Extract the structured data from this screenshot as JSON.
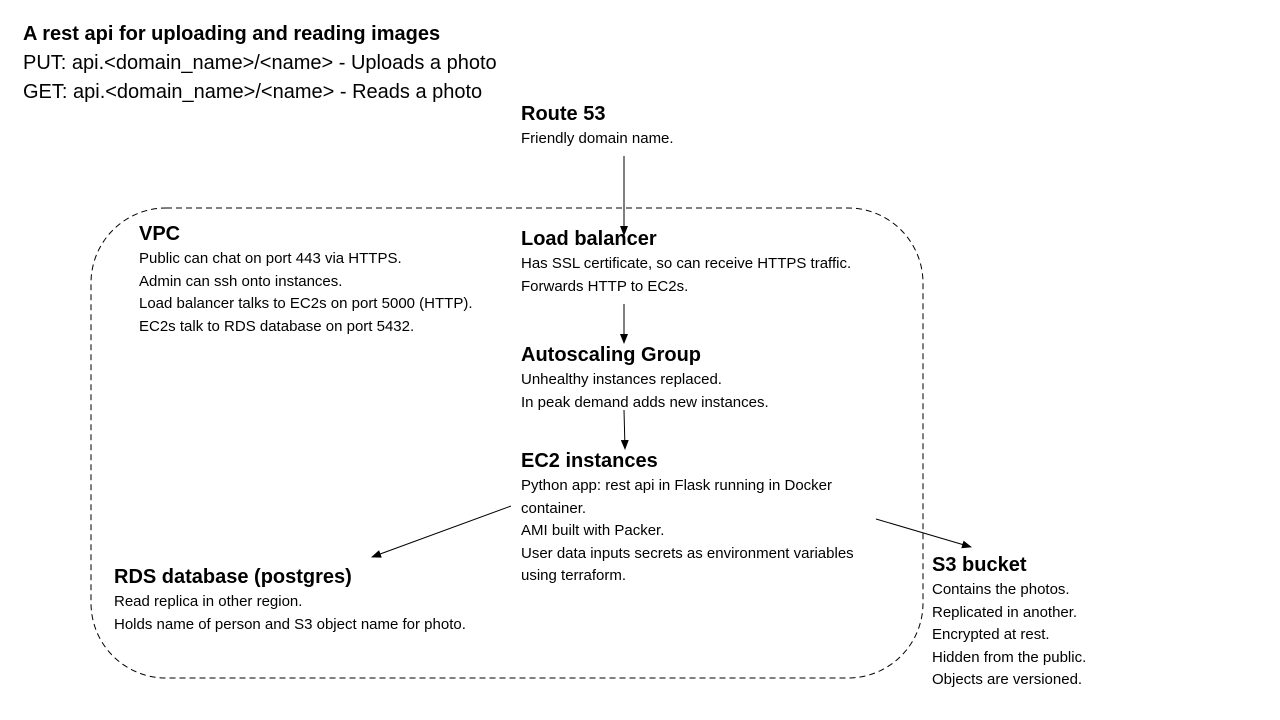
{
  "header": {
    "title": "A rest api for uploading and reading images",
    "lines": [
      "PUT: api.<domain_name>/<name> - Uploads a photo",
      "GET: api.<domain_name>/<name> - Reads a photo"
    ]
  },
  "nodes": {
    "route53": {
      "title": "Route 53",
      "lines": [
        "Friendly domain name."
      ]
    },
    "vpc": {
      "title": "VPC",
      "lines": [
        "Public can chat on port 443 via HTTPS.",
        "Admin can ssh onto instances.",
        "Load balancer talks to EC2s on port 5000 (HTTP).",
        "EC2s talk to RDS database on port 5432."
      ]
    },
    "load_balancer": {
      "title": "Load balancer",
      "lines": [
        "Has SSL certificate, so can receive HTTPS traffic.",
        "Forwards HTTP to EC2s."
      ]
    },
    "autoscaling": {
      "title": "Autoscaling Group",
      "lines": [
        "Unhealthy instances replaced.",
        "In peak demand adds new instances."
      ]
    },
    "ec2": {
      "title": "EC2 instances",
      "lines": [
        "Python app: rest api in Flask running in Docker",
        "container.",
        "AMI built with Packer.",
        "User data inputs secrets as environment variables",
        "using terraform."
      ]
    },
    "rds": {
      "title": "RDS database (postgres)",
      "lines": [
        "Read replica in other region.",
        "Holds name of person and S3 object name for photo."
      ]
    },
    "s3": {
      "title": "S3 bucket",
      "lines": [
        "Contains the photos.",
        "Replicated in another.",
        "Encrypted at rest.",
        "Hidden from the public.",
        "Objects are versioned."
      ]
    }
  },
  "colors": {
    "text": "#000000",
    "lines": "#000000",
    "background": "#ffffff"
  }
}
